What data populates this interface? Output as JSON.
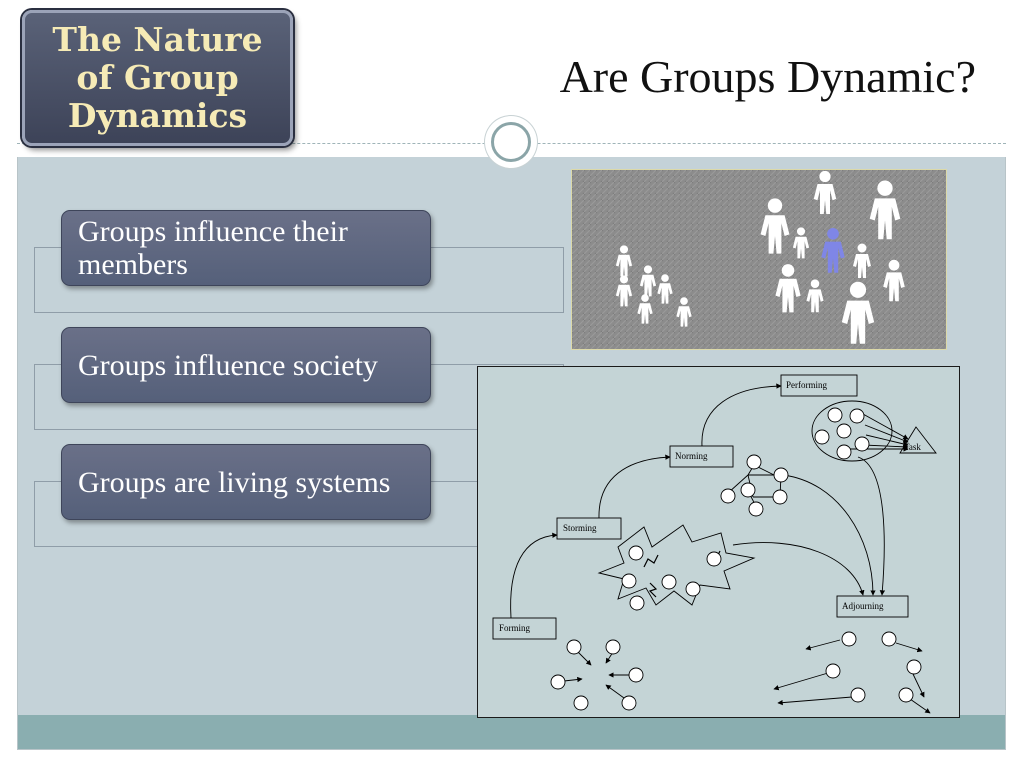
{
  "header": {
    "badge_text": "The Nature\nof Group\nDynamics",
    "slide_title": "Are Groups Dynamic?"
  },
  "bullets": [
    {
      "text": "Groups influence their members"
    },
    {
      "text": "Groups influence society"
    },
    {
      "text": "Groups are living systems"
    }
  ],
  "diagram": {
    "stages": {
      "forming": "Forming",
      "storming": "Storming",
      "norming": "Norming",
      "performing": "Performing",
      "adjourning": "Adjourning",
      "task": "Task"
    }
  },
  "colors": {
    "badge_text": "#f6ebb6",
    "badge_bg": "#4a5066",
    "bullet_bg": "#5f6680",
    "content_bg": "#c4d2d8",
    "footer_bg": "#8aaeb0",
    "highlight_figure": "#7f86e6"
  },
  "images": {
    "crowd_photo": "crowd-of-people-figures-with-one-highlighted-blue"
  }
}
